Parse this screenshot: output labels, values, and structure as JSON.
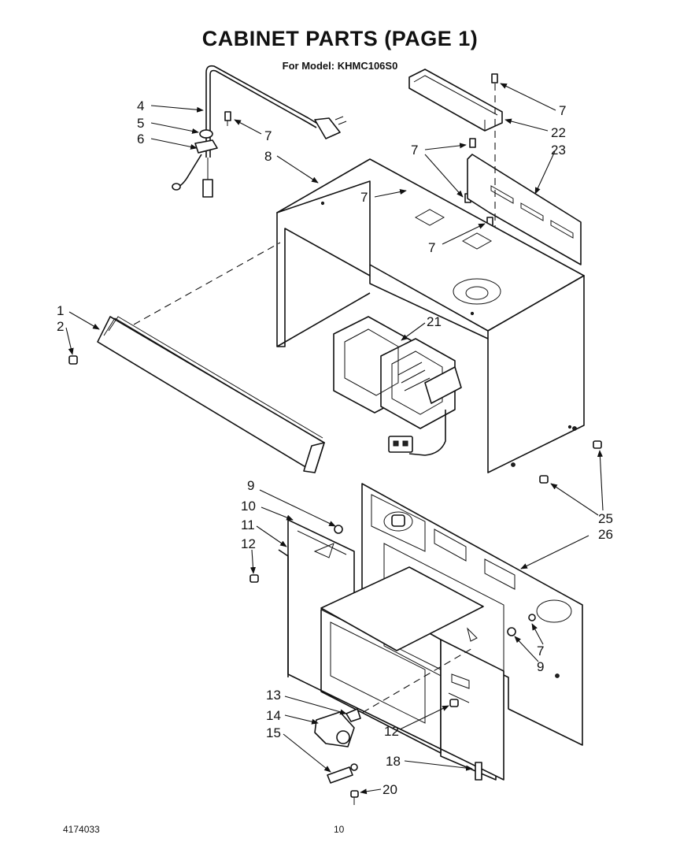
{
  "title": "CABINET PARTS (PAGE 1)",
  "subtitle": "For Model: KHMC106S0",
  "doc_number": "4174033",
  "page_number": "10",
  "callouts": {
    "c1": "1",
    "c2": "2",
    "c4": "4",
    "c5": "5",
    "c6": "6",
    "c7a": "7",
    "c7b": "7",
    "c7c": "7",
    "c7d": "7",
    "c7e": "7",
    "c7f": "7",
    "c8": "8",
    "c9a": "9",
    "c9b": "9",
    "c10": "10",
    "c11": "11",
    "c12a": "12",
    "c12b": "12",
    "c13": "13",
    "c14": "14",
    "c15": "15",
    "c18": "18",
    "c20": "20",
    "c21": "21",
    "c22": "22",
    "c23": "23",
    "c25": "25",
    "c26": "26"
  }
}
